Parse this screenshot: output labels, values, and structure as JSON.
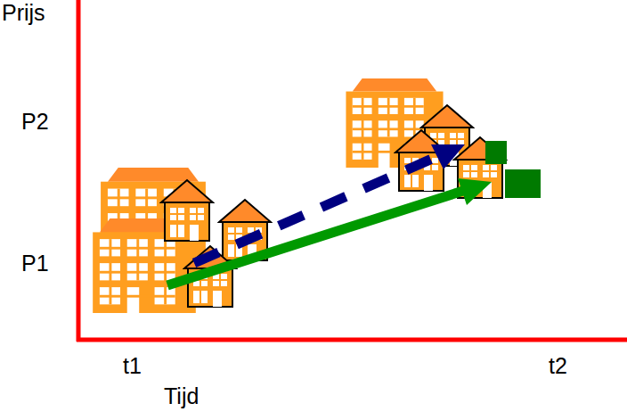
{
  "diagram": {
    "labels": [
      "Prijs",
      "P2",
      "P1",
      "t1",
      "t2",
      "Tijd"
    ]
  }
}
